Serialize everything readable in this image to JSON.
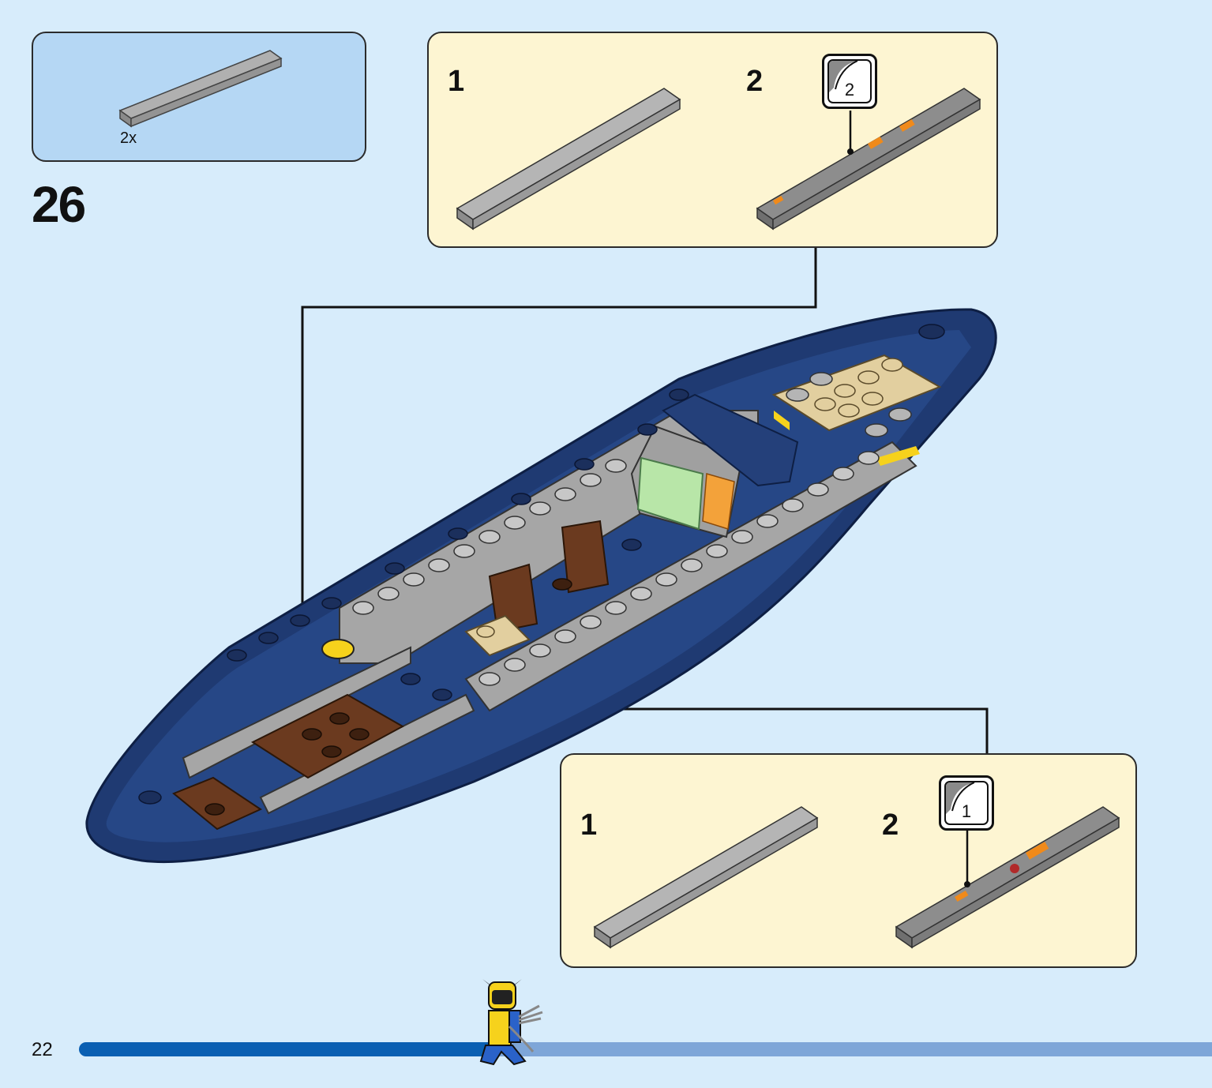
{
  "parts_list": {
    "quantity": "2x",
    "part": "gray-tile-1x8"
  },
  "step": {
    "number": "26"
  },
  "submodel_top": {
    "step1": "1",
    "step2": "2",
    "sticker_number": "2"
  },
  "submodel_bottom": {
    "step1": "1",
    "step2": "2",
    "sticker_number": "1"
  },
  "page": {
    "number": "22"
  },
  "progress": {
    "fraction": 0.4
  },
  "colors": {
    "background": "#d7ecfb",
    "parts_panel": "#b5d7f4",
    "submodel_panel": "#fdf5d2",
    "hull_blue": "#1f3a72",
    "gray": "#a6a6a6",
    "brown": "#6b3a1f",
    "tan": "#e2cf9f",
    "yellow": "#f6d21c",
    "progress_done": "#0a5fb2",
    "progress_todo": "#7ea6d8"
  }
}
